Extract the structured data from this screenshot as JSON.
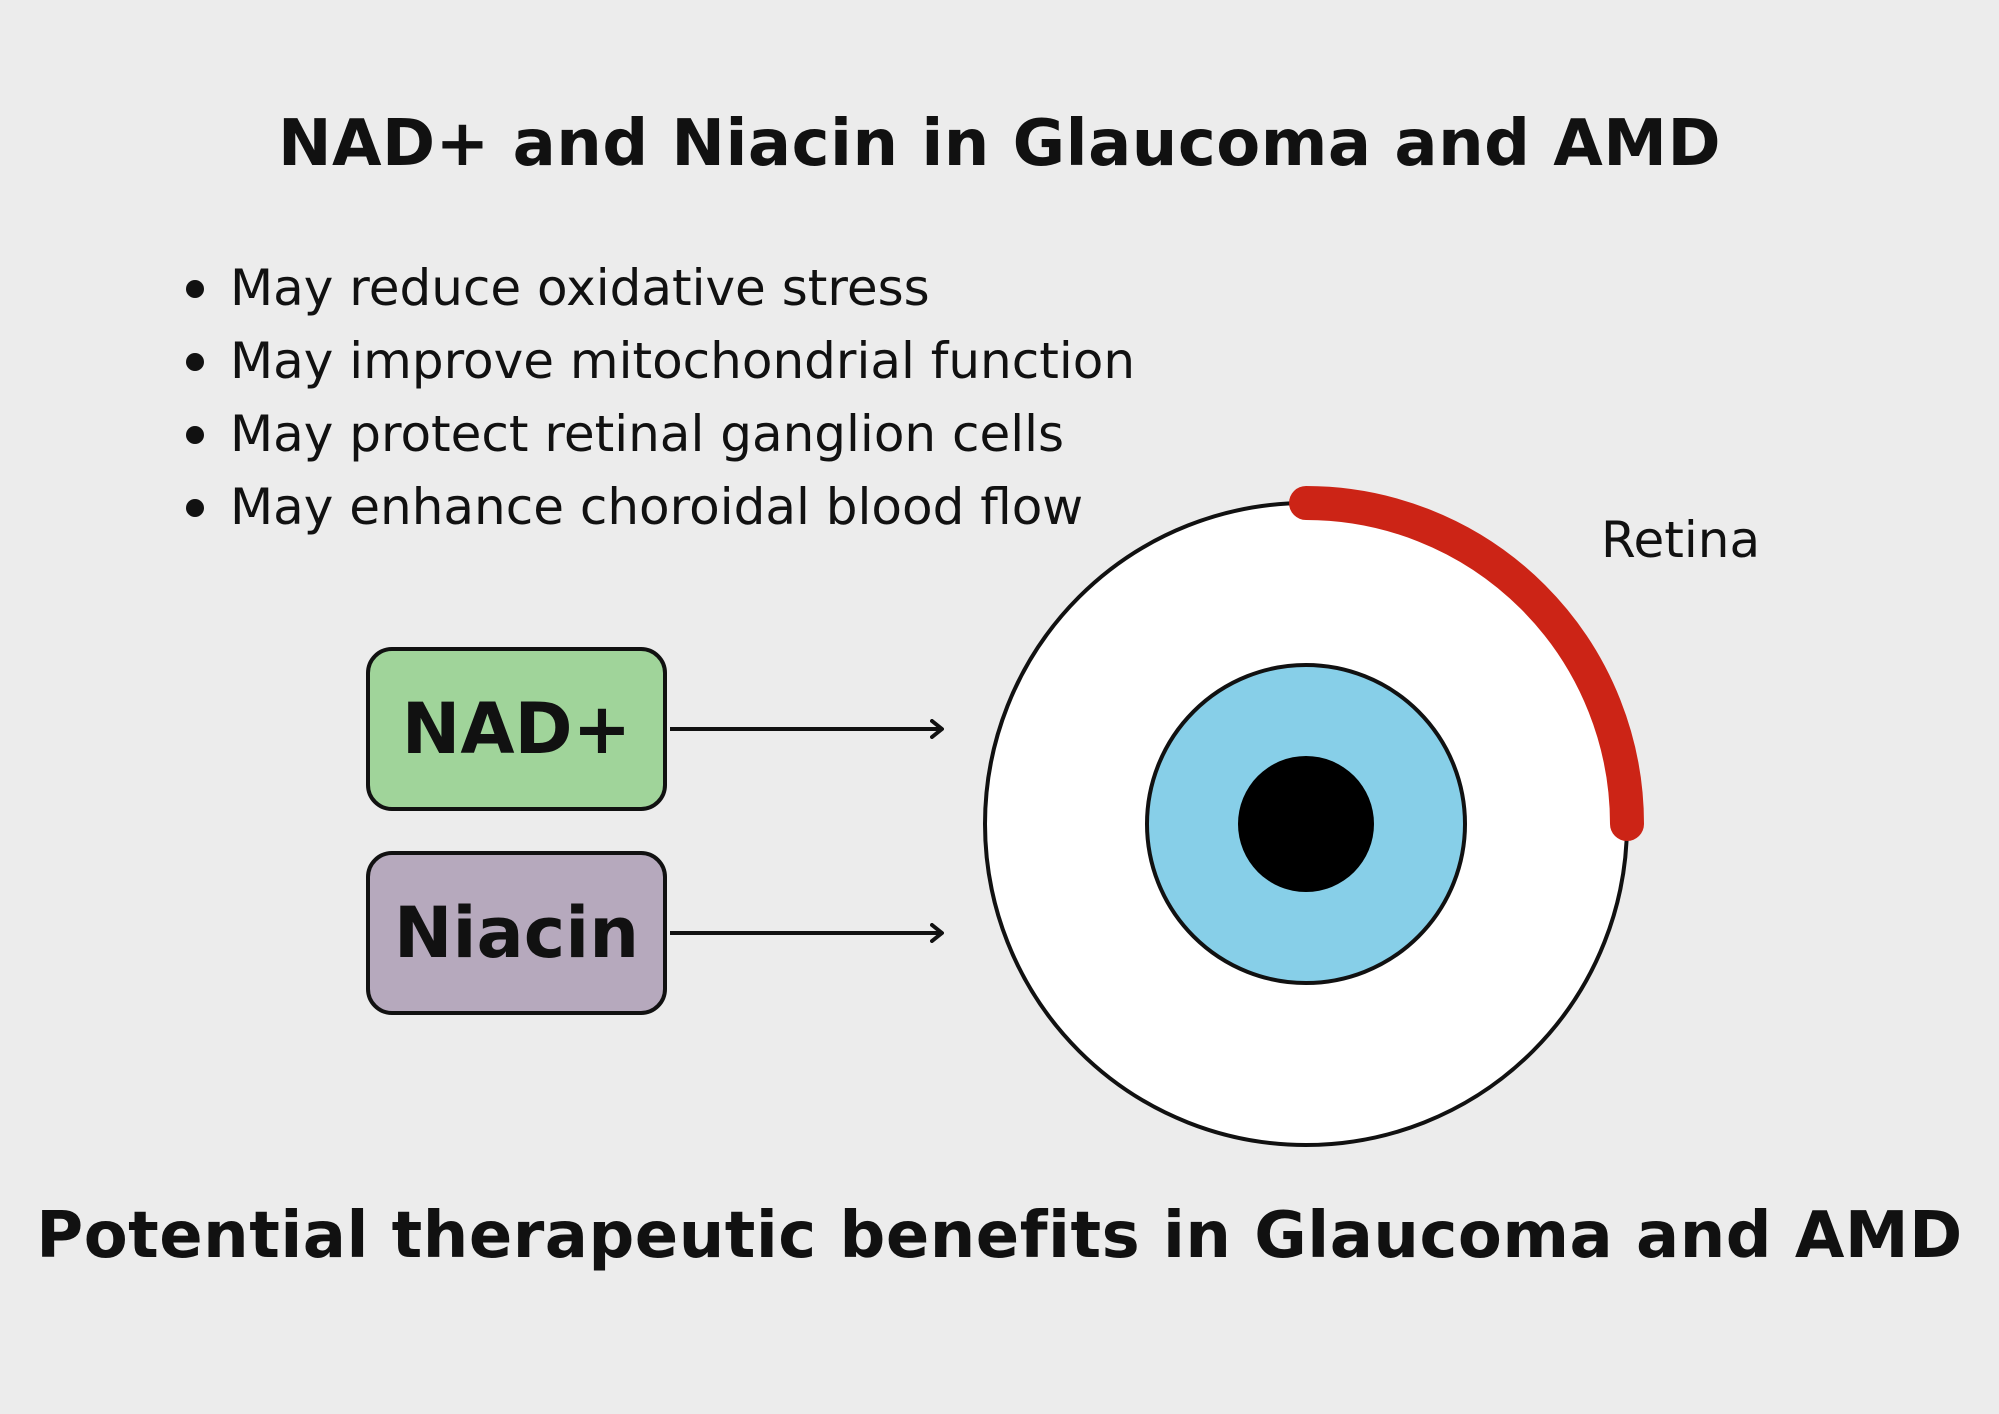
{
  "title": "NAD+ and Niacin in Glaucoma and AMD",
  "benefits": [
    "May reduce oxidative stress",
    "May improve mitochondrial function",
    "May protect retinal ganglion cells",
    "May enhance choroidal blood flow"
  ],
  "compounds": [
    {
      "label": "NAD+",
      "color": "#a0d49a"
    },
    {
      "label": "Niacin",
      "color": "#b6a9bd"
    }
  ],
  "eye": {
    "retina_label": "Retina",
    "retina_color": "#cc2416",
    "sclera_color": "#ffffff",
    "iris_color": "#87cfe8",
    "pupil_color": "#000000"
  },
  "caption": "Potential therapeutic benefits in Glaucoma and AMD"
}
